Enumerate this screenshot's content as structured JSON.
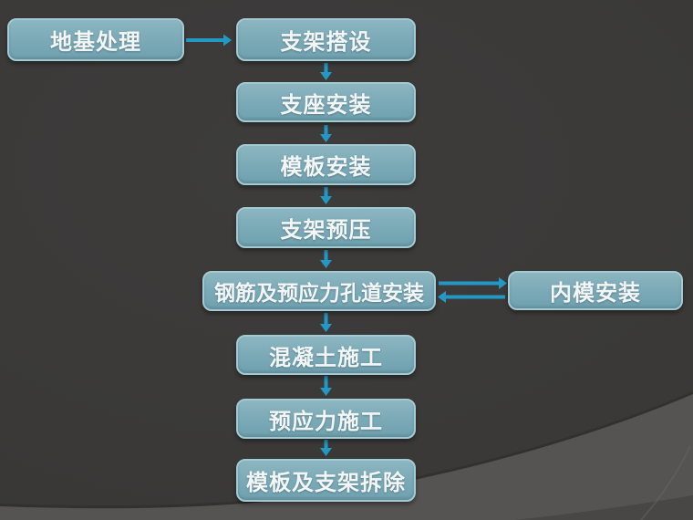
{
  "colors": {
    "bg_base": "#3a3938",
    "bg_swoosh": "#555453",
    "bg_corner_wedge": "#484746",
    "box_fill_top": "#8cb6c1",
    "box_fill_bottom": "#6fa1b0",
    "box_border": "#a3cad2",
    "box_text": "#f3f6f6",
    "arrow": "#2398c4"
  },
  "flowchart": {
    "type": "process-flow",
    "nodes": [
      {
        "id": "ground-treatment",
        "label": "地基处理"
      },
      {
        "id": "bracket-erection",
        "label": "支架搭设"
      },
      {
        "id": "bearing-installation",
        "label": "支座安装"
      },
      {
        "id": "formwork-installation",
        "label": "模板安装"
      },
      {
        "id": "bracket-preloading",
        "label": "支架预压"
      },
      {
        "id": "rebar-and-prestress-duct-installation",
        "label": "钢筋及预应力孔道安装"
      },
      {
        "id": "inner-formwork-installation",
        "label": "内模安装"
      },
      {
        "id": "concrete-construction",
        "label": "混凝土施工"
      },
      {
        "id": "prestressing-construction",
        "label": "预应力施工"
      },
      {
        "id": "formwork-and-bracket-removal",
        "label": "模板及支架拆除"
      }
    ],
    "arrows": [
      {
        "from": "地基处理",
        "to": "支架搭设",
        "direction": "right"
      },
      {
        "from": "支架搭设",
        "to": "支座安装",
        "direction": "down"
      },
      {
        "from": "支座安装",
        "to": "模板安装",
        "direction": "down"
      },
      {
        "from": "模板安装",
        "to": "支架预压",
        "direction": "down"
      },
      {
        "from": "支架预压",
        "to": "钢筋及预应力孔道安装",
        "direction": "down"
      },
      {
        "from": "钢筋及预应力孔道安装",
        "to": "内模安装",
        "direction": "right"
      },
      {
        "from": "内模安装",
        "to": "钢筋及预应力孔道安装",
        "direction": "left"
      },
      {
        "from": "钢筋及预应力孔道安装",
        "to": "混凝土施工",
        "direction": "down"
      },
      {
        "from": "混凝土施工",
        "to": "预应力施工",
        "direction": "down"
      },
      {
        "from": "预应力施工",
        "to": "模板及支架拆除",
        "direction": "down"
      }
    ]
  }
}
